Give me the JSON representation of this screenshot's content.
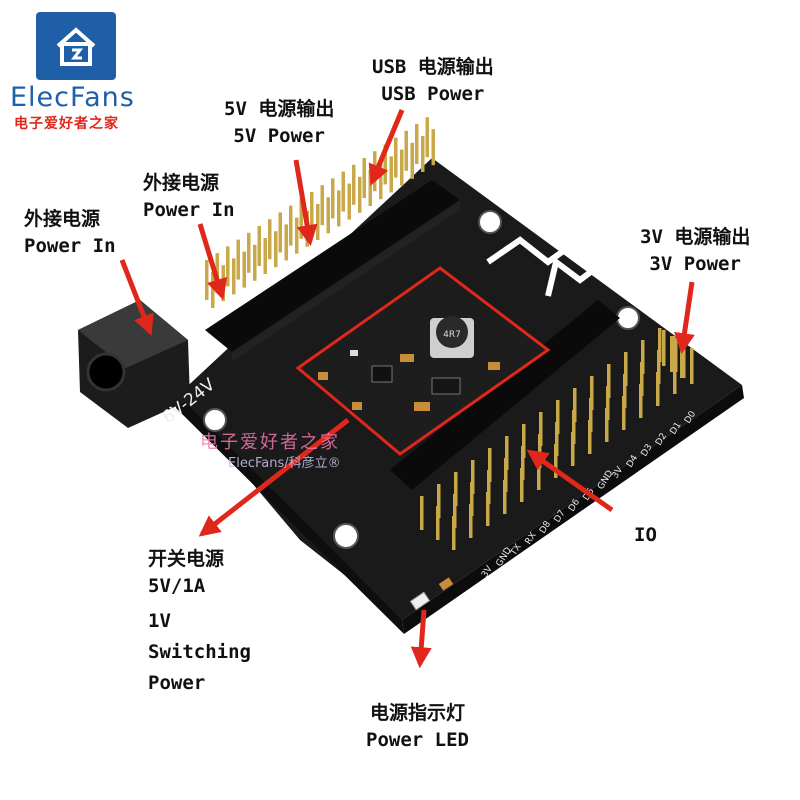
{
  "logo": {
    "brand": "ElecFans",
    "subtitle": "电子爱好者之家",
    "icon": "elecfans-logo-icon"
  },
  "watermark": {
    "line1": "电子爱好者之家",
    "line2": "ElecFans/科彦立®"
  },
  "board": {
    "voltage_silk": "6V-24V",
    "pin_labels": [
      "3V",
      "GND",
      "TX",
      "RX",
      "D8",
      "D7",
      "D6",
      "D5",
      "GND",
      "3V",
      "D4",
      "D3",
      "D2",
      "D1",
      "D0"
    ],
    "inductor_mark": "4R7",
    "colors": {
      "board": "#1a1a1a",
      "highlight": "#e0271c",
      "arrow": "#e0271c",
      "pin_gold": "#c9a84a"
    }
  },
  "callouts": {
    "usb_power": {
      "cn": "USB 电源输出",
      "en": "USB Power"
    },
    "v5_power": {
      "cn": "5V 电源输出",
      "en": "5V Power"
    },
    "ext_power_mid": {
      "cn": "外接电源",
      "en": "Power In"
    },
    "ext_power_left": {
      "cn": "外接电源",
      "en": "Power In"
    },
    "v3_power": {
      "cn": "3V 电源输出",
      "en": "3V Power"
    },
    "io": {
      "text": "IO"
    },
    "switching": {
      "line1": "开关电源",
      "line2": "5V/1A",
      "line3": "1V",
      "line4": "Switching",
      "line5": "Power"
    },
    "power_led": {
      "cn": "电源指示灯",
      "en": "Power LED"
    }
  }
}
